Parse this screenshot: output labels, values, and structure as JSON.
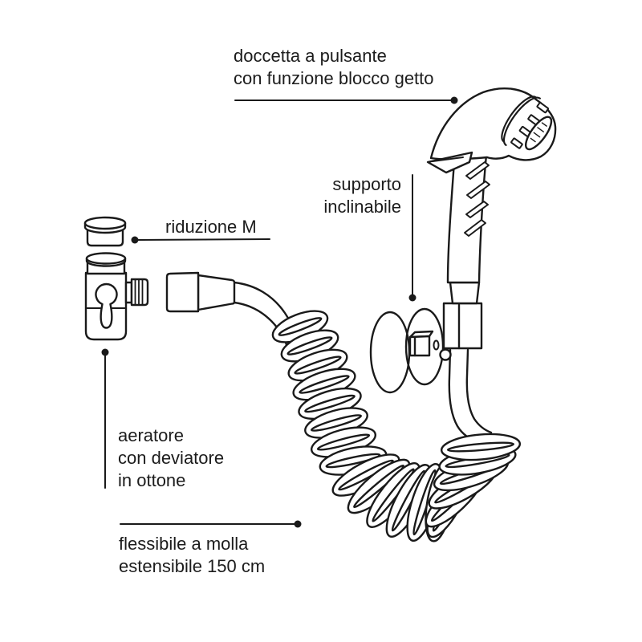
{
  "title": "diagramma doccetta con flessibile a molla",
  "labels": {
    "doccetta": {
      "line1": "doccetta a pulsante",
      "line2": "con funzione blocco getto"
    },
    "supporto": {
      "line1": "supporto",
      "line2": "inclinabile"
    },
    "riduzione": {
      "text": "riduzione M"
    },
    "aeratore": {
      "line1": "aeratore",
      "line2": "con deviatore",
      "line3": "in ottone"
    },
    "flessibile": {
      "line1": "flessibile a molla",
      "line2": "estensibile 150 cm"
    }
  },
  "colors": {
    "background": "#ffffff",
    "line_art": "#1a1a1a",
    "text": "#1c1c1c"
  }
}
